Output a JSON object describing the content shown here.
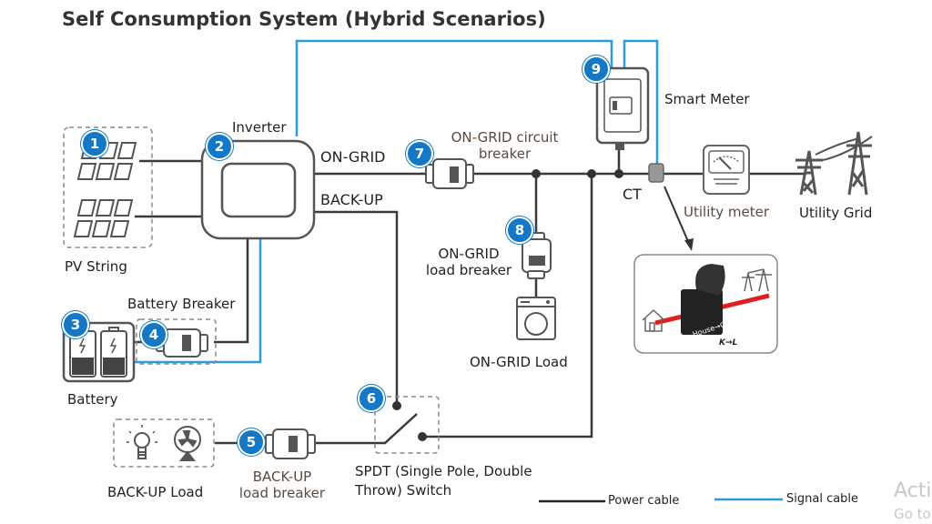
{
  "title": "Self Consumption System (Hybrid Scenarios)",
  "components": {
    "pv_string": {
      "number": "1",
      "label": "PV String"
    },
    "inverter": {
      "number": "2",
      "label": "Inverter",
      "port_on_grid": "ON-GRID",
      "port_back_up": "BACK-UP"
    },
    "battery": {
      "number": "3",
      "label": "Battery"
    },
    "battery_breaker": {
      "number": "4",
      "label": "Battery Breaker"
    },
    "backup_load_breaker": {
      "number": "5",
      "label_line1": "BACK-UP",
      "label_line2": "load breaker"
    },
    "spdt_switch": {
      "number": "6",
      "label_line1": "SPDT (Single Pole, Double",
      "label_line2": "Throw) Switch"
    },
    "on_grid_circuit_breaker": {
      "number": "7",
      "label_line1": "ON-GRID circuit",
      "label_line2": "breaker"
    },
    "on_grid_load_breaker": {
      "number": "8",
      "label_line1": "ON-GRID",
      "label_line2": "load breaker"
    },
    "smart_meter": {
      "number": "9",
      "label": "Smart Meter"
    },
    "ct": {
      "label": "CT"
    },
    "utility_meter": {
      "label": "Utility meter"
    },
    "utility_grid": {
      "label": "Utility Grid"
    },
    "on_grid_load": {
      "label": "ON-GRID Load"
    },
    "backup_load": {
      "label": "BACK-UP Load"
    },
    "ct_detail": {
      "direction": "House→Grid",
      "polarity": "K→L"
    }
  },
  "legend": {
    "power_cable": {
      "label": "Power cable",
      "color": "#222222"
    },
    "signal_cable": {
      "label": "Signal cable",
      "color": "#2b9be0"
    }
  },
  "watermark": {
    "line1": "Acti",
    "line2": "Go to"
  },
  "colors": {
    "badge": "#1478c6",
    "signal": "#2b9be0",
    "power": "#3a3a3a"
  }
}
